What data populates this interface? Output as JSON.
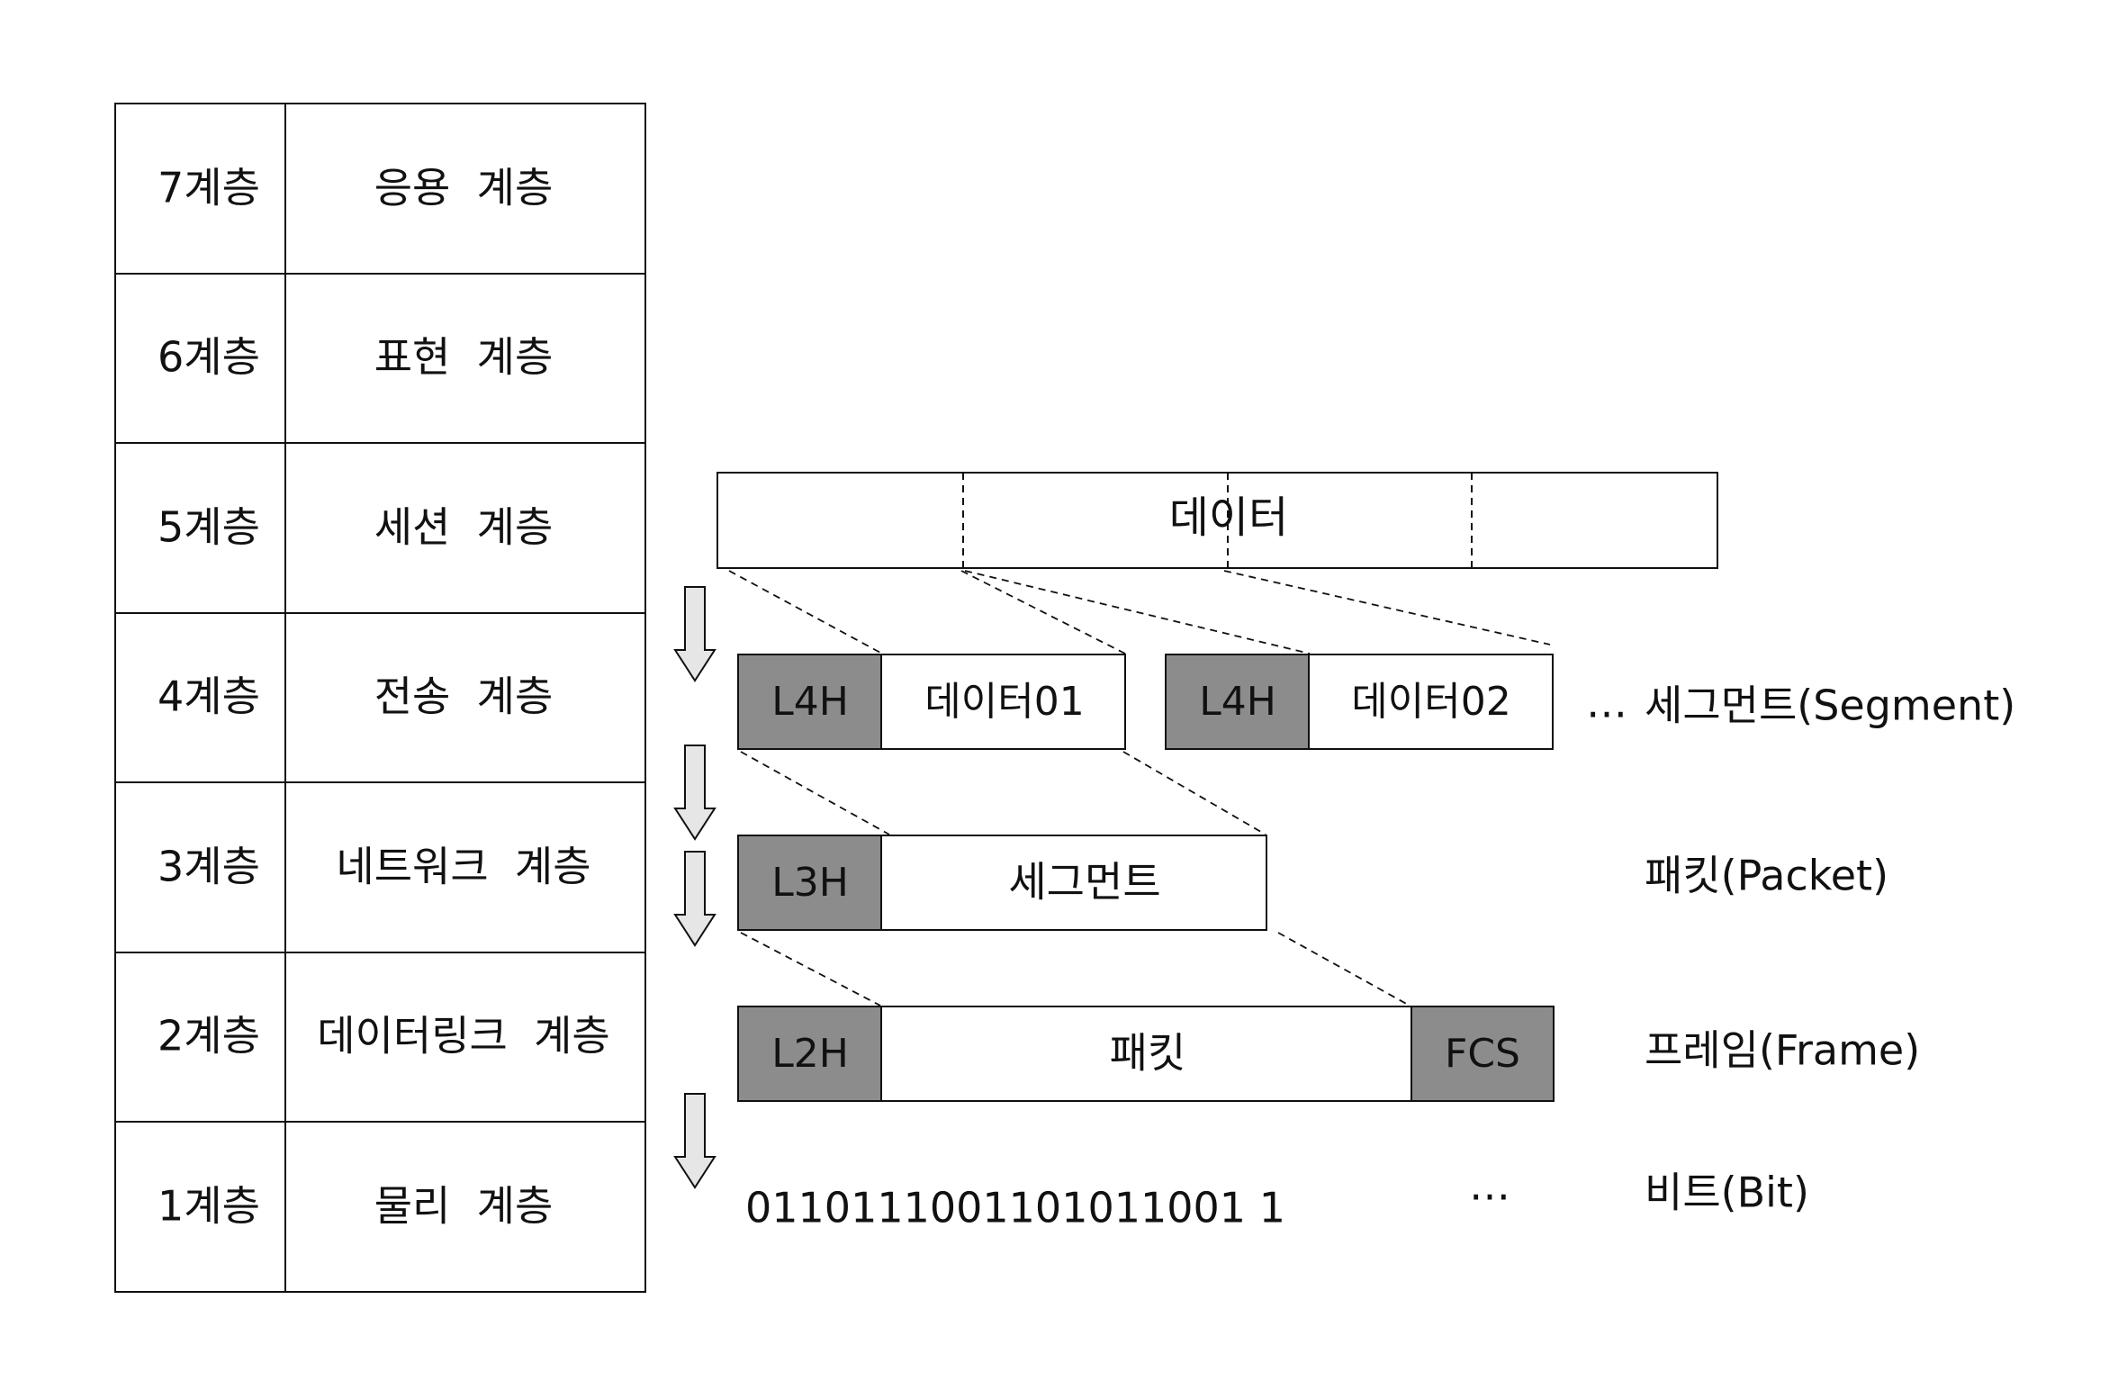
{
  "layers": [
    {
      "num": "7계층",
      "name": "응용  계층"
    },
    {
      "num": "6계층",
      "name": "표현  계층"
    },
    {
      "num": "5계층",
      "name": "세션  계층"
    },
    {
      "num": "4계층",
      "name": "전송  계층"
    },
    {
      "num": "3계층",
      "name": "네트워크  계층"
    },
    {
      "num": "2계층",
      "name": "데이터링크  계층"
    },
    {
      "num": "1계층",
      "name": "물리  계층"
    }
  ],
  "data_block": {
    "label": "데이터"
  },
  "segments": [
    {
      "header": "L4H",
      "payload": "데이터01"
    },
    {
      "header": "L4H",
      "payload": "데이터02"
    }
  ],
  "packet": {
    "header": "L3H",
    "payload": "세그먼트"
  },
  "frame": {
    "header": "L2H",
    "payload": "패킷",
    "trailer": "FCS"
  },
  "bits": {
    "value": "0110111001101011001 1",
    "ellipsis": "…"
  },
  "unit_labels": {
    "segment": "세그먼트(Segment)",
    "segment_ellipsis": "…",
    "packet": "패킷(Packet)",
    "frame": "프레임(Frame)",
    "bit": "비트(Bit)"
  },
  "colors": {
    "header_fill": "#8c8c8c",
    "arrow_fill": "#e6e6e6",
    "line": "#111111"
  }
}
